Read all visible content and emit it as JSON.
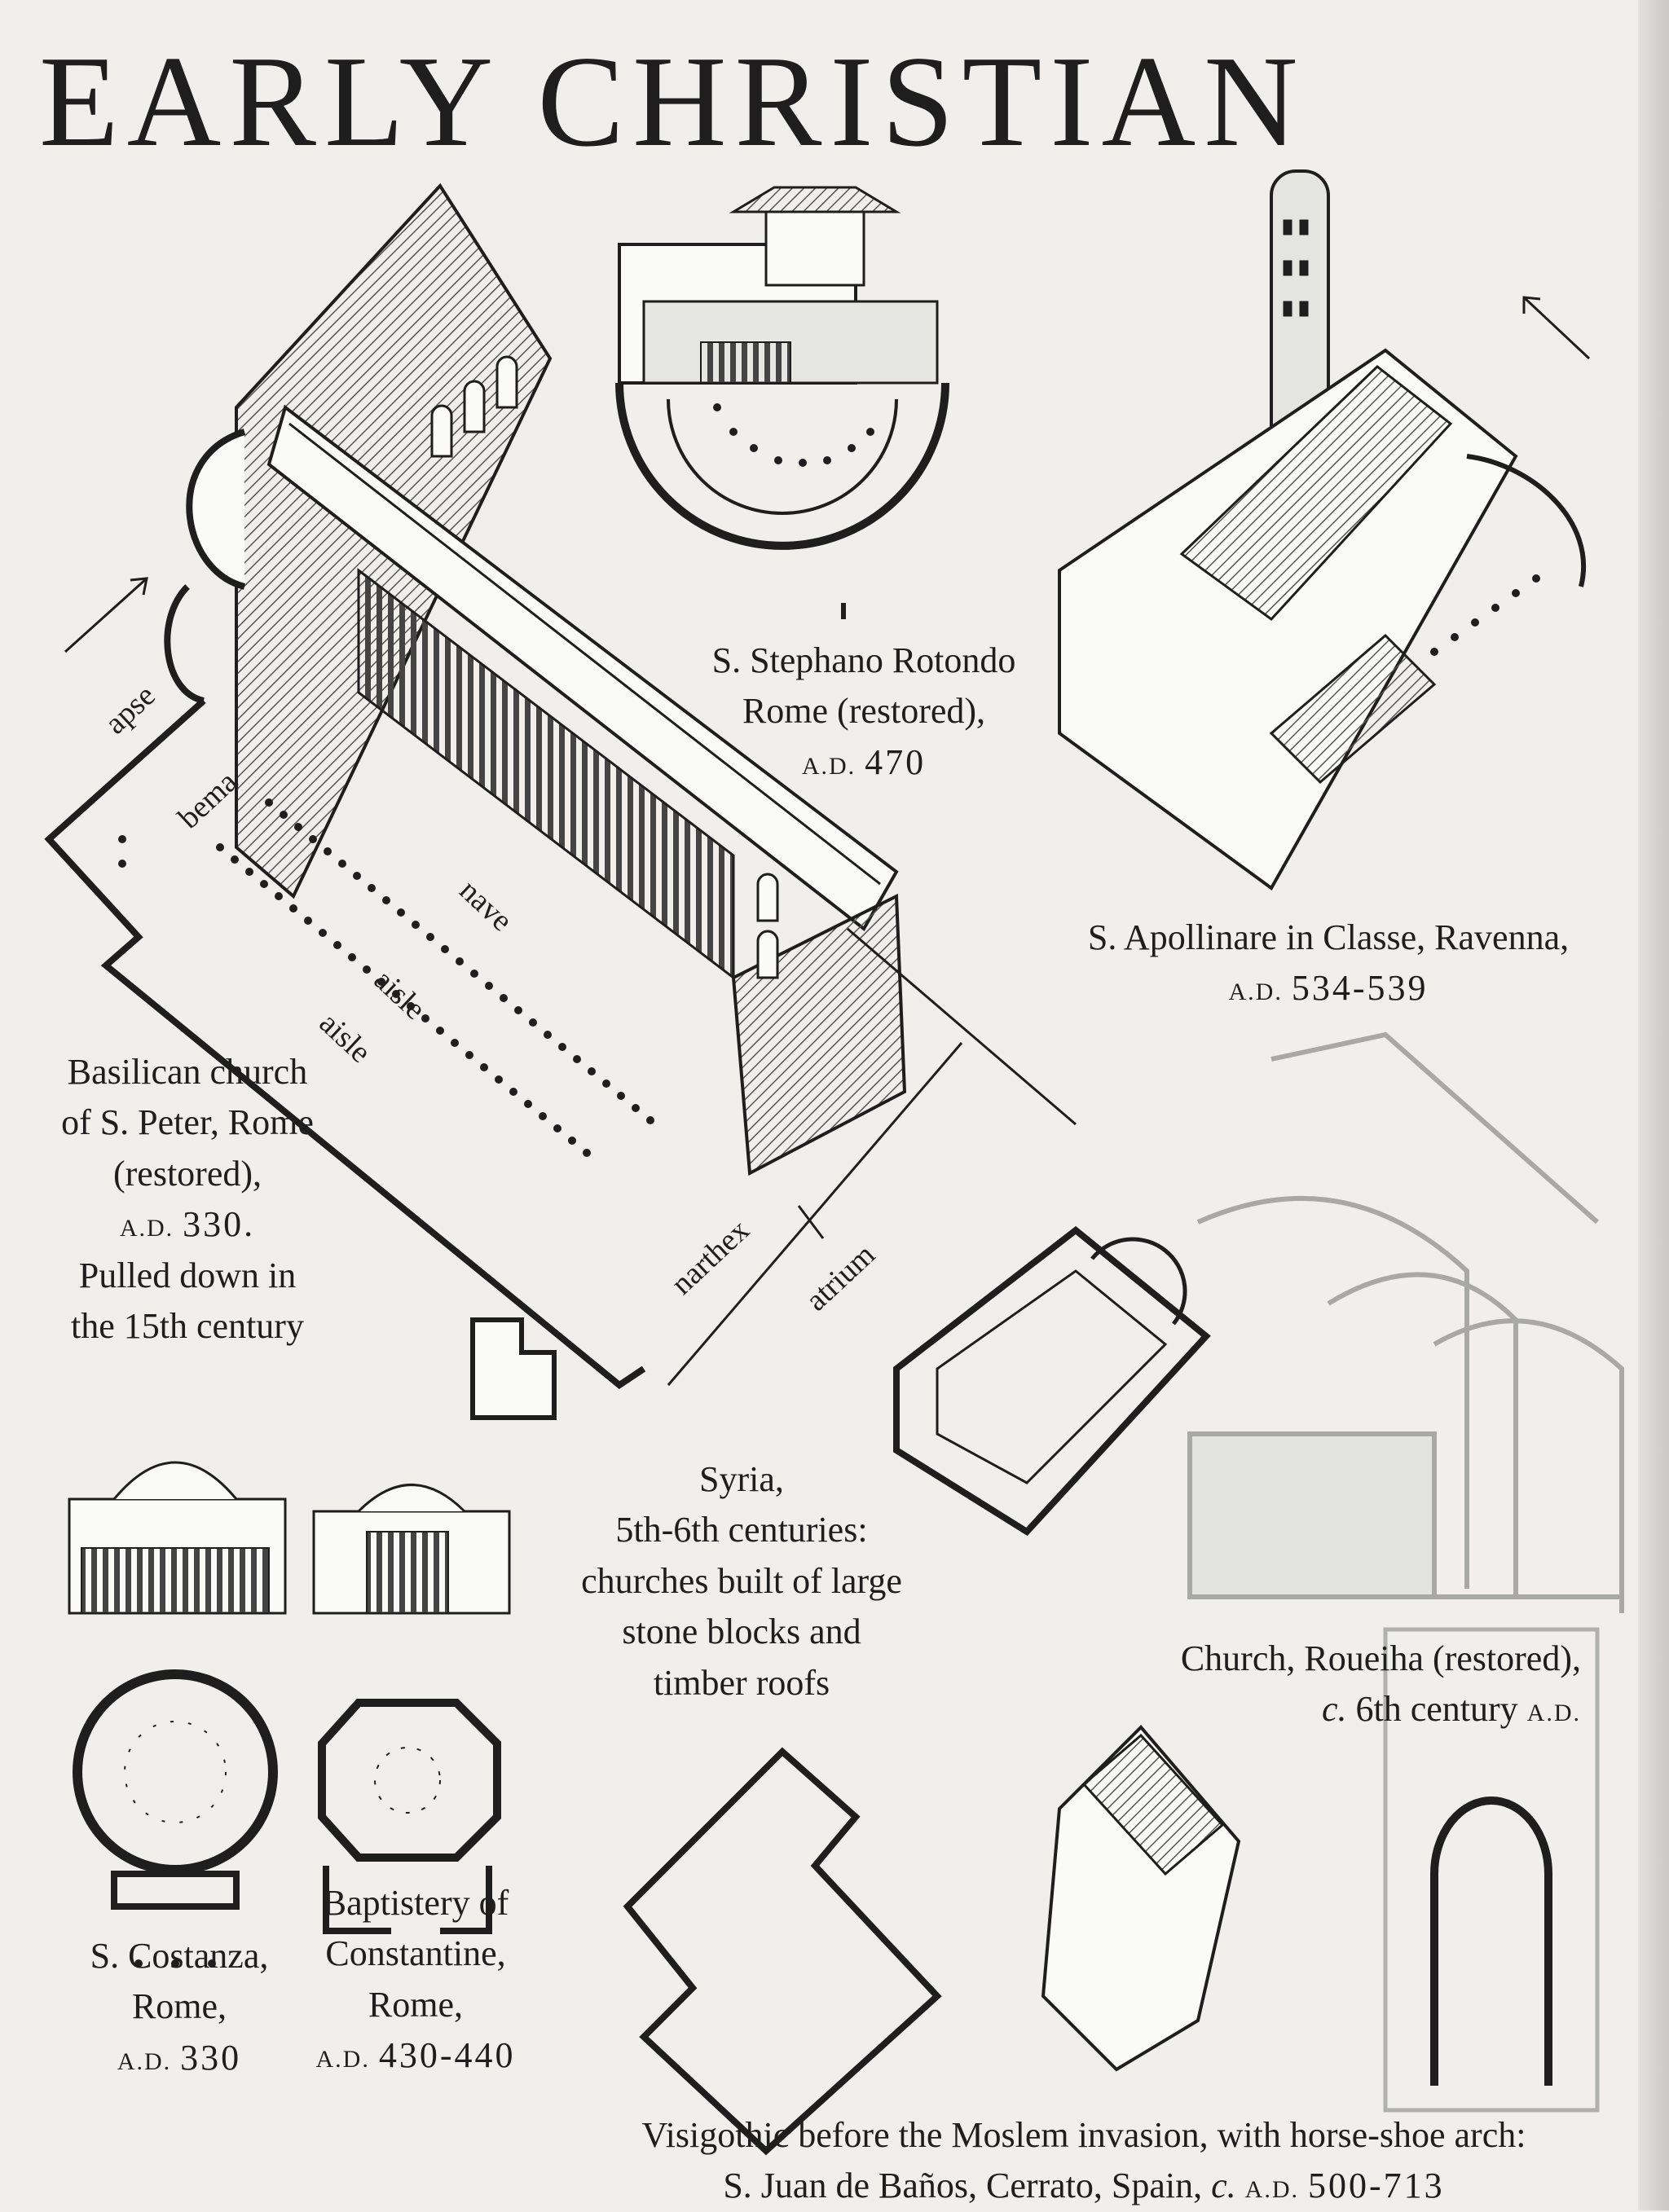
{
  "title": "EARLY CHRISTIAN",
  "labels": {
    "apse": "apse",
    "bema": "bema",
    "nave": "nave",
    "aisle1": "aisle",
    "aisle2": "aisle",
    "narthex": "narthex",
    "atrium": "atrium"
  },
  "captions": {
    "stephano": {
      "line1": "S. Stephano Rotondo",
      "line2": "Rome (restored),",
      "date_prefix": "A.D.",
      "date": "470"
    },
    "apollinare": {
      "line1": "S. Apollinare in Classe, Ravenna,",
      "date_prefix": "A.D.",
      "date": "534-539"
    },
    "peter": {
      "line1": "Basilican church",
      "line2": "of S. Peter, Rome",
      "line3": "(restored),",
      "date_prefix": "A.D.",
      "date": "330.",
      "line5": "Pulled down in",
      "line6": "the 15th century"
    },
    "syria": {
      "line1": "Syria,",
      "line2": "5th-6th centuries:",
      "line3": "churches built of large",
      "line4": "stone blocks and",
      "line5": "timber roofs"
    },
    "roueiha": {
      "line1": "Church, Roueiha (restored),",
      "line2_italic": "c.",
      "line2": "6th century",
      "date_prefix": "A.D."
    },
    "costanza": {
      "line1": "S. Costanza,",
      "line2": "Rome,",
      "date_prefix": "A.D.",
      "date": "330"
    },
    "baptistery": {
      "line1": "Baptistery of",
      "line2": "Constantine,",
      "line3": "Rome,",
      "date_prefix": "A.D.",
      "date": "430-440"
    },
    "visigothic": {
      "line1": "Visigothic before the Moslem invasion, with horse-shoe arch:",
      "line2": "S. Juan de Baños, Cerrato, Spain,",
      "line2_italic": "c.",
      "date_prefix": "A.D.",
      "date": "500-713"
    }
  }
}
